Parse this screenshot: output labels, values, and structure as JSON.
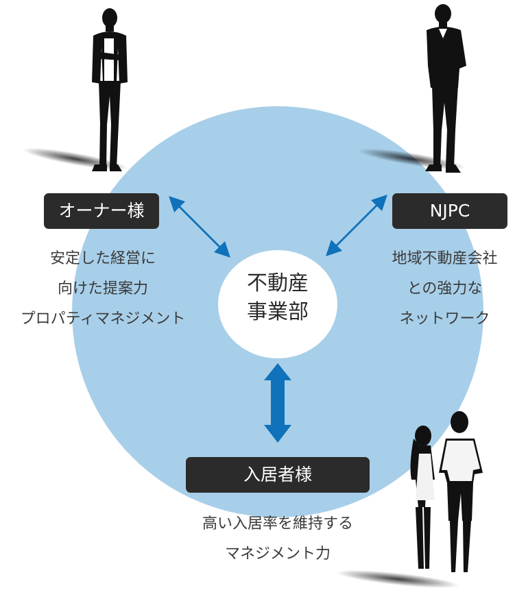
{
  "center": {
    "line1": "不動産",
    "line2": "事業部"
  },
  "owner": {
    "label": "オーナー様",
    "desc": [
      "安定した経営に",
      "向けた提案力",
      "プロパティマネジメント"
    ]
  },
  "njpc": {
    "label": "NJPC",
    "desc": [
      "地域不動産会社",
      "との強力な",
      "ネットワーク"
    ]
  },
  "residents": {
    "label": "入居者様",
    "desc": [
      "高い入居率を維持する",
      "マネジメント力"
    ]
  },
  "colors": {
    "circle": "#a8cfe9",
    "arrow": "#0f72ba",
    "label_box": "#2b2b2b"
  }
}
